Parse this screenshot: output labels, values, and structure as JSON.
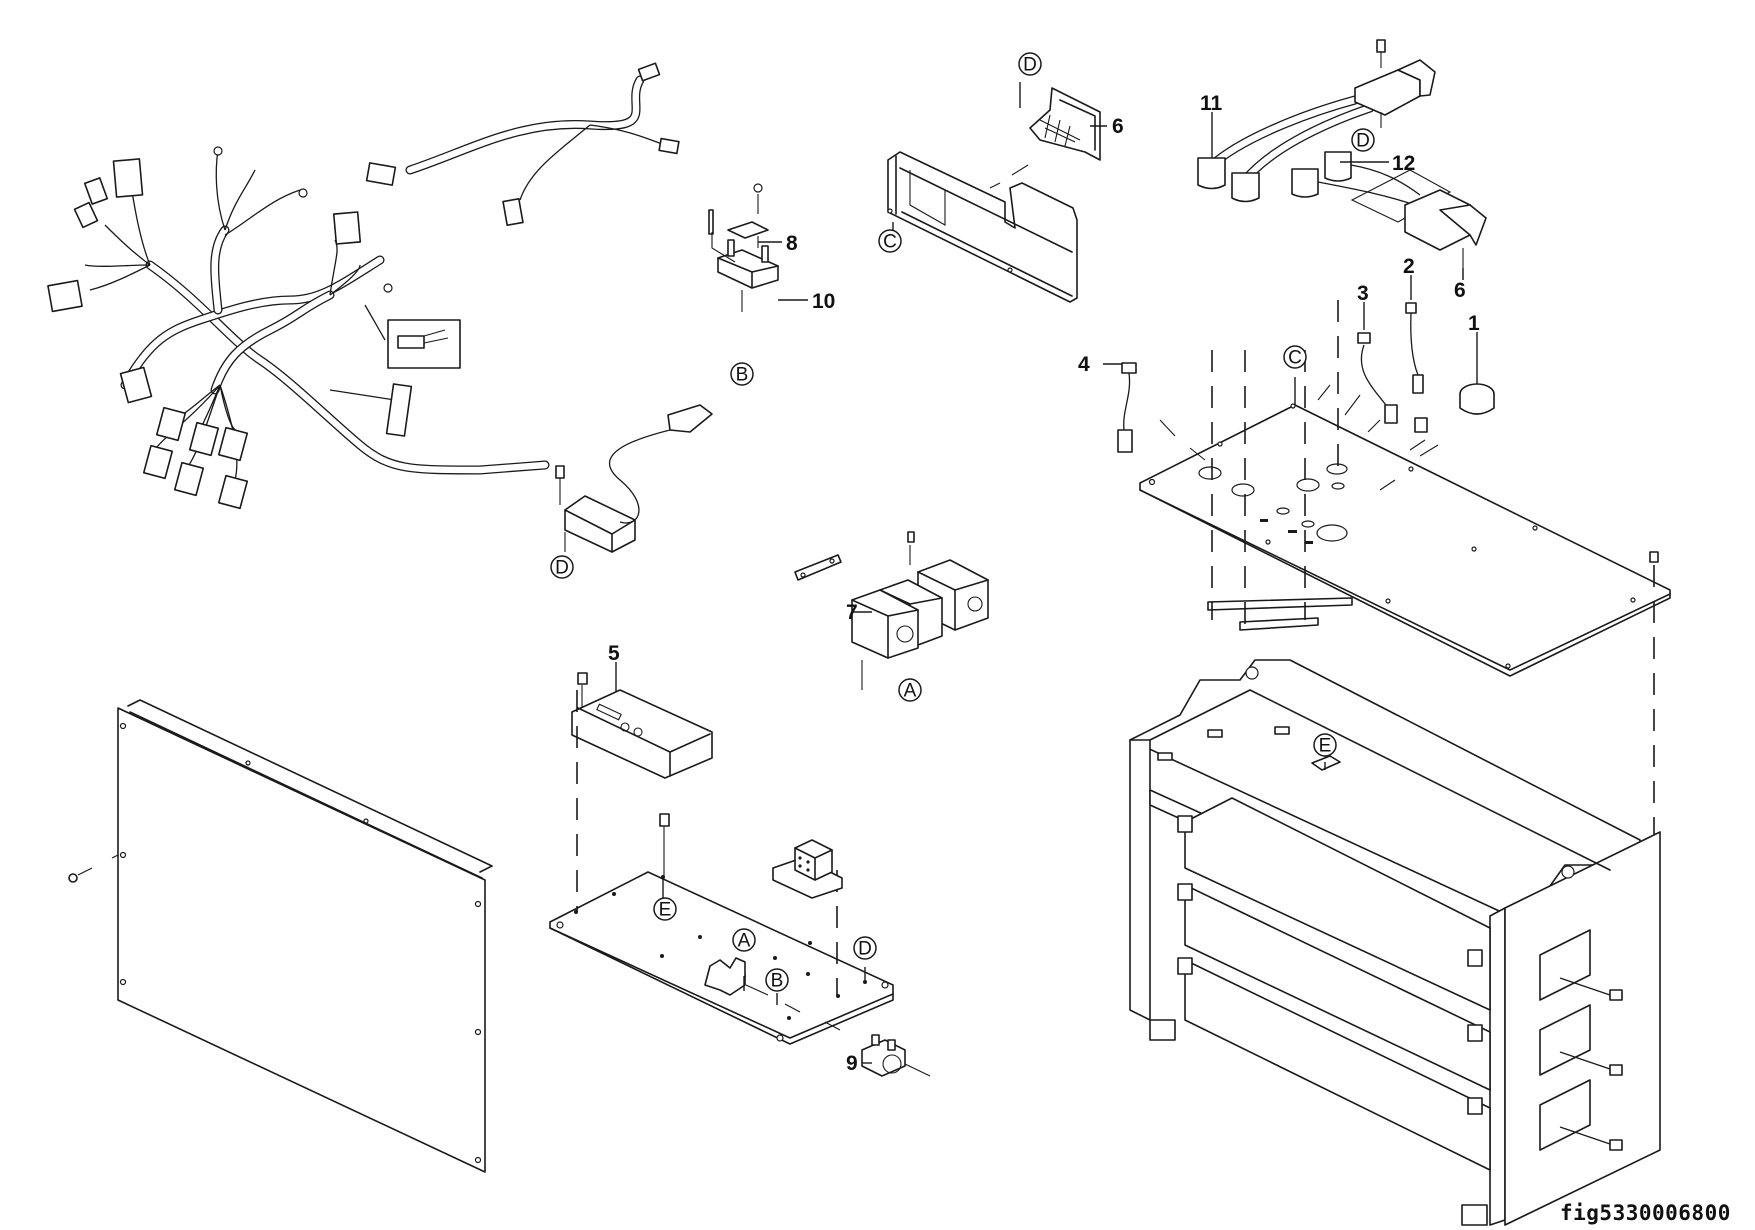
{
  "figure": {
    "caption": "fig5330006800",
    "callouts": [
      {
        "id": "1",
        "label": "1"
      },
      {
        "id": "2",
        "label": "2"
      },
      {
        "id": "3",
        "label": "3"
      },
      {
        "id": "4",
        "label": "4"
      },
      {
        "id": "5",
        "label": "5"
      },
      {
        "id": "6a",
        "label": "6"
      },
      {
        "id": "6b",
        "label": "6"
      },
      {
        "id": "7",
        "label": "7"
      },
      {
        "id": "8",
        "label": "8"
      },
      {
        "id": "9",
        "label": "9"
      },
      {
        "id": "10",
        "label": "10"
      },
      {
        "id": "11",
        "label": "11"
      },
      {
        "id": "12",
        "label": "12"
      }
    ],
    "markers": [
      {
        "id": "D-top-plug",
        "letter": "D"
      },
      {
        "id": "C-frame",
        "letter": "C"
      },
      {
        "id": "D-cable",
        "letter": "D"
      },
      {
        "id": "B-fuse",
        "letter": "B"
      },
      {
        "id": "C-plate",
        "letter": "C"
      },
      {
        "id": "D-module",
        "letter": "D"
      },
      {
        "id": "A-solenoid",
        "letter": "A"
      },
      {
        "id": "E-chassis",
        "letter": "E"
      },
      {
        "id": "E-base",
        "letter": "E"
      },
      {
        "id": "A-base",
        "letter": "A"
      },
      {
        "id": "B-base",
        "letter": "B"
      },
      {
        "id": "D-base",
        "letter": "D"
      }
    ]
  }
}
